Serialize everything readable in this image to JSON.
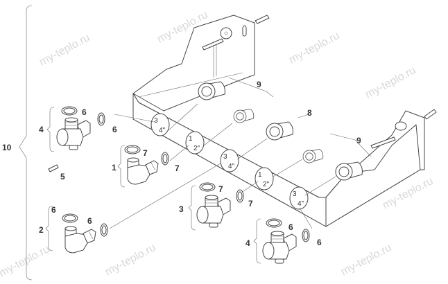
{
  "watermark": {
    "text": "my-teplo.ru"
  },
  "callouts": [
    {
      "text": "10"
    },
    {
      "text": "4"
    },
    {
      "text": "6"
    },
    {
      "text": "6"
    },
    {
      "text": "5"
    },
    {
      "text": "1"
    },
    {
      "text": "7"
    },
    {
      "text": "7"
    },
    {
      "text": "2"
    },
    {
      "text": "6"
    },
    {
      "text": "6"
    },
    {
      "text": "3"
    },
    {
      "text": "7"
    },
    {
      "text": "7"
    },
    {
      "text": "4"
    },
    {
      "text": "6"
    },
    {
      "text": "6"
    },
    {
      "text": "9"
    },
    {
      "text": "8"
    },
    {
      "text": "9"
    }
  ],
  "port_sizes": [
    {
      "num": "3",
      "den": "4\""
    },
    {
      "num": "1",
      "den": "2\""
    },
    {
      "num": "3",
      "den": "4\""
    },
    {
      "num": "1",
      "den": "2\""
    },
    {
      "num": "3",
      "den": "4\""
    }
  ]
}
